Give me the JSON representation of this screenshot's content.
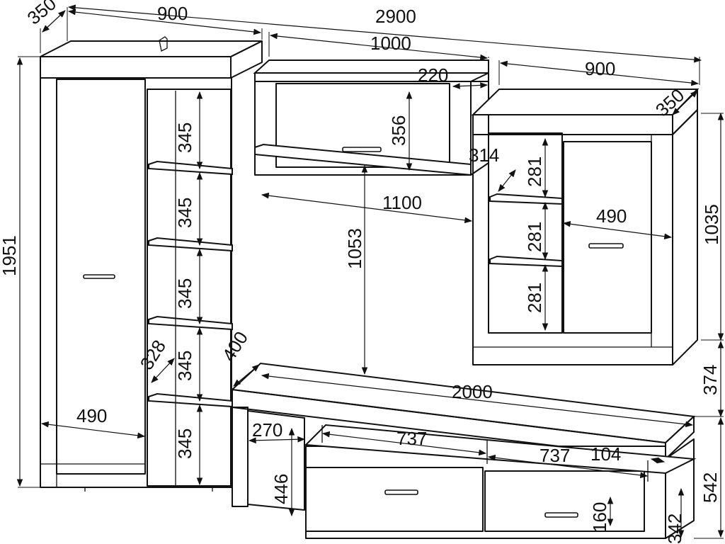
{
  "dimensions": {
    "left_depth": "350",
    "left_width": "900",
    "total_width": "2900",
    "top_width": "1000",
    "right_width": "900",
    "right_depth": "350",
    "top_recess": "220",
    "top_height": "356",
    "right_inner_depth": "314",
    "gap_height": "1053",
    "opening_width": "1100",
    "right_shelf_1": "281",
    "right_shelf_2": "281",
    "right_shelf_3": "281",
    "right_door_width": "490",
    "right_height": "1035",
    "left_shelf_1": "345",
    "left_shelf_2": "345",
    "left_shelf_3": "345",
    "left_shelf_4": "345",
    "left_shelf_5": "345",
    "left_inner_depth": "328",
    "left_door_width": "490",
    "total_height": "1951",
    "base_depth": "400",
    "base_width": "2000",
    "mount_gap": "374",
    "left_leg": "270",
    "left_leg_height": "446",
    "niche_1": "737",
    "niche_2": "737",
    "shelf_offset": "104",
    "base_height": "542",
    "drawer_height": "160",
    "drawer_unit_height": "342"
  }
}
